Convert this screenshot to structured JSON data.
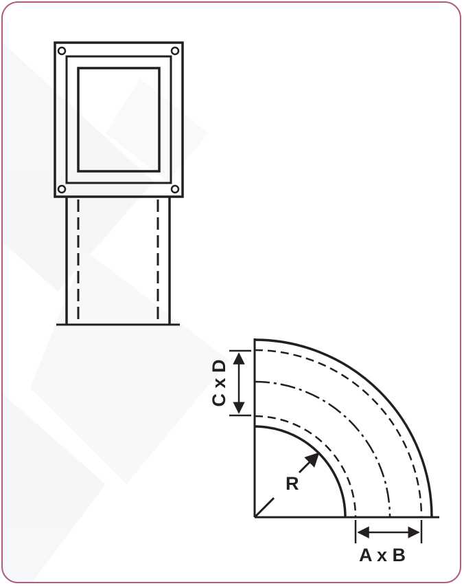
{
  "frame": {
    "border_color": "#b35a85",
    "ink_color": "#231f20"
  },
  "labels": {
    "radius": "R",
    "width_dimension": "A x B",
    "height_dimension": "C x D"
  }
}
